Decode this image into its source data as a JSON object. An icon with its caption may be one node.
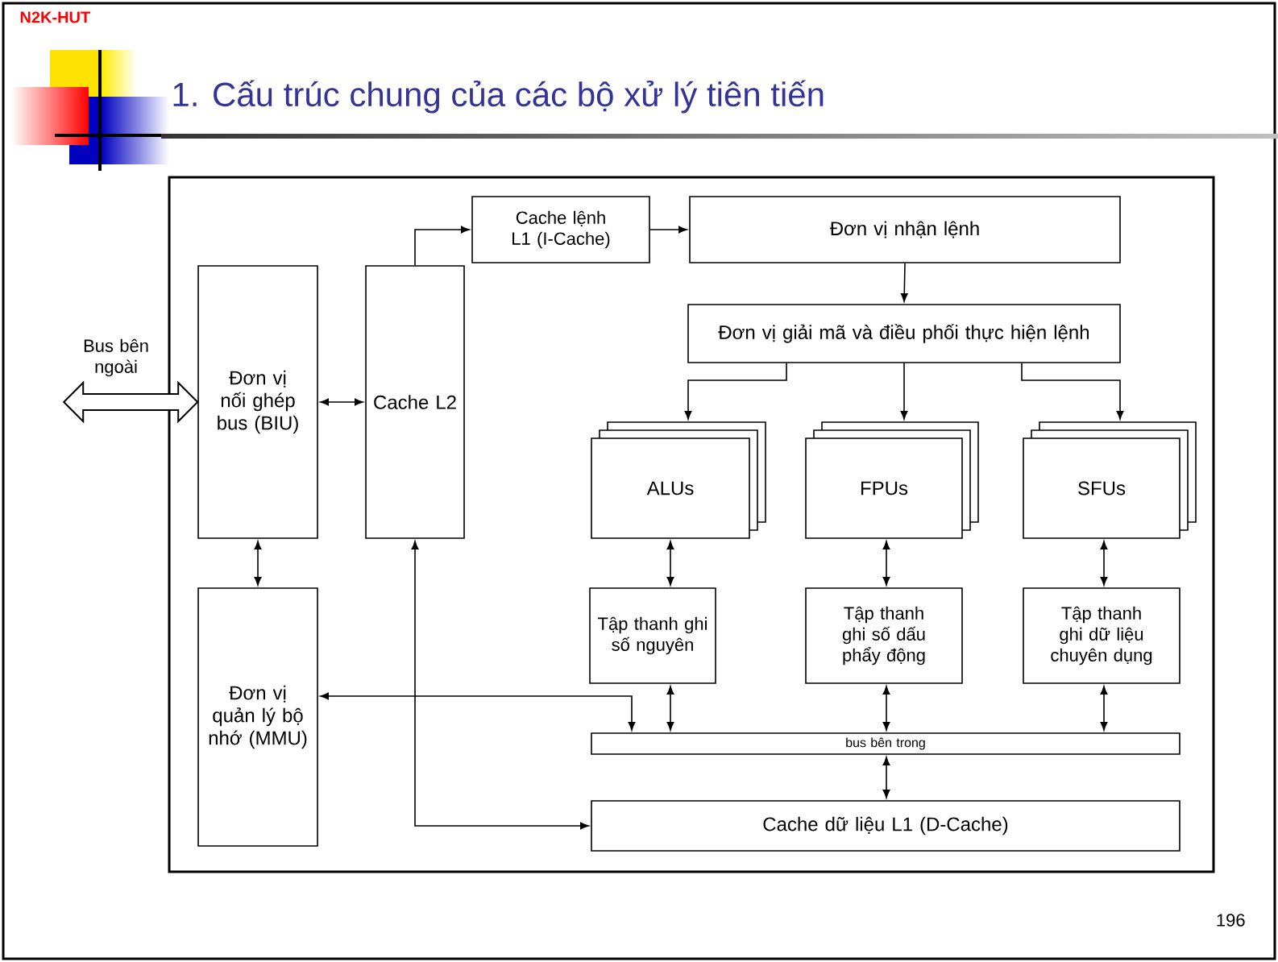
{
  "diagram": {
    "title": "1. Cấu trúc chung của các bộ xử lý tiên tiến",
    "nodes": [
      {
        "text": [],
        "shape": "box"
      },
      {
        "text": [
          "Đơn vị nối ghép bus (BIU)"
        ],
        "in": 0
      },
      {
        "text": [
          "Cache L2"
        ],
        "in": 0
      },
      {
        "text": [
          "Cache lệnh L1 (I-Cache)"
        ],
        "in": 0
      },
      {
        "text": [
          "Đơn vị nhận lệnh"
        ],
        "in": 0
      },
      {
        "text": [
          "Đơn vị giải mã và điều phối thực hiện lệnh"
        ],
        "in": 0
      },
      {
        "text": [
          "ALUs"
        ],
        "in": 0
      },
      {
        "text": [
          "FPUs"
        ],
        "in": 0
      },
      {
        "text": [
          "SFUs"
        ],
        "in": 0
      },
      {
        "text": [
          "Tập thanh ghi số nguyên"
        ],
        "in": 0
      },
      {
        "text": [
          "Tập thanh ghi số dấu phẩy động"
        ],
        "in": 0
      },
      {
        "text": [
          "Tập thanh ghi dữ liệu chuyên dụng"
        ],
        "in": 0
      },
      {
        "text": [
          "Đơn vị quản lý bộ nhớ (MMU)"
        ],
        "in": 0
      },
      {
        "text": [
          "bus bên trong"
        ],
        "in": 0
      },
      {
        "text": [
          "Cache dữ liệu L1 (D-Cache)"
        ],
        "in": 0
      }
    ],
    "edges": [
      {
        "from": null,
        "to": 1,
        "arrow": "both",
        "label": "Bus bên ngoài",
        "style": "thick"
      },
      {
        "from": 1,
        "to": 2,
        "arrow": "both"
      },
      {
        "from": 1,
        "to": 12,
        "arrow": "both"
      },
      {
        "from": 2,
        "to": 3,
        "arrow": "to"
      },
      {
        "from": 3,
        "to": 4,
        "arrow": "to"
      },
      {
        "from": 4,
        "to": 5,
        "arrow": "to"
      },
      {
        "from": 5,
        "to": 6,
        "arrow": "to"
      },
      {
        "from": 5,
        "to": 7,
        "arrow": "to"
      },
      {
        "from": 5,
        "to": 8,
        "arrow": "to"
      },
      {
        "from": 6,
        "to": 9,
        "arrow": "both"
      },
      {
        "from": 7,
        "to": 10,
        "arrow": "both"
      },
      {
        "from": 8,
        "to": 11,
        "arrow": "both"
      },
      {
        "from": 9,
        "to": 13,
        "arrow": "both"
      },
      {
        "from": 10,
        "to": 13,
        "arrow": "both"
      },
      {
        "from": 11,
        "to": 13,
        "arrow": "both"
      },
      {
        "from": 12,
        "to": 13,
        "arrow": "both"
      },
      {
        "from": 13,
        "to": 14,
        "arrow": "both"
      },
      {
        "from": 14,
        "to": 2,
        "arrow": "both"
      }
    ],
    "labels": [
      "N2K-HUT",
      "196"
    ]
  }
}
